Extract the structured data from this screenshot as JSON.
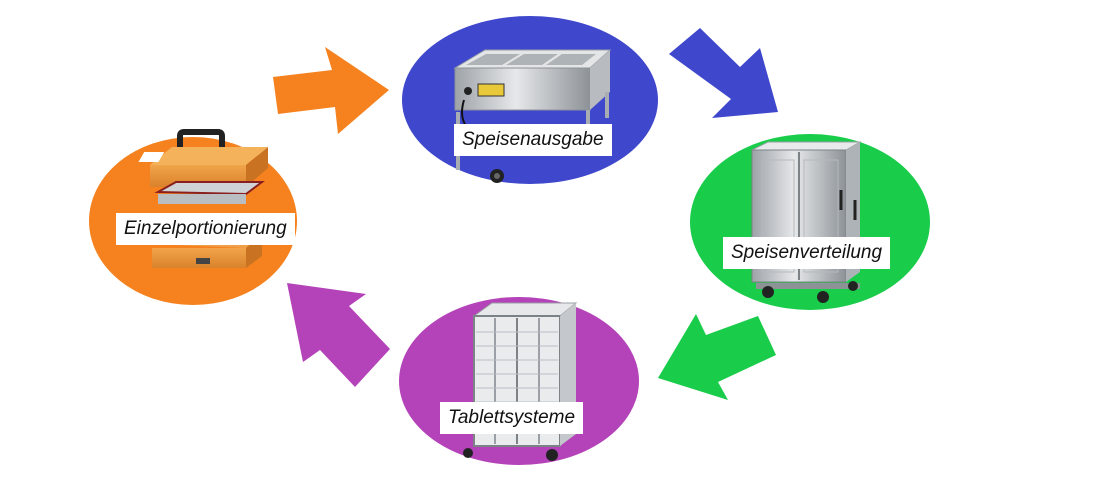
{
  "nodes": [
    {
      "id": "einzelportionierung",
      "label": "Einzelportionierung",
      "color": "#f5821f",
      "icon": "insulated-food-container-icon"
    },
    {
      "id": "speisenausgabe",
      "label": "Speisenausgabe",
      "color": "#3f48cc",
      "icon": "bain-marie-serving-cart-icon"
    },
    {
      "id": "speisenverteilung",
      "label": "Speisenverteilung",
      "color": "#19cc4a",
      "icon": "food-distribution-cabinet-icon"
    },
    {
      "id": "tablettsysteme",
      "label": "Tablettsysteme",
      "color": "#b442b8",
      "icon": "tray-rack-trolley-icon"
    }
  ],
  "arrows": [
    {
      "from": "einzelportionierung",
      "to": "speisenausgabe",
      "color": "#f5821f"
    },
    {
      "from": "speisenausgabe",
      "to": "speisenverteilung",
      "color": "#3f48cc"
    },
    {
      "from": "speisenverteilung",
      "to": "tablettsysteme",
      "color": "#19cc4a"
    },
    {
      "from": "tablettsysteme",
      "to": "einzelportionierung",
      "color": "#b442b8"
    }
  ]
}
